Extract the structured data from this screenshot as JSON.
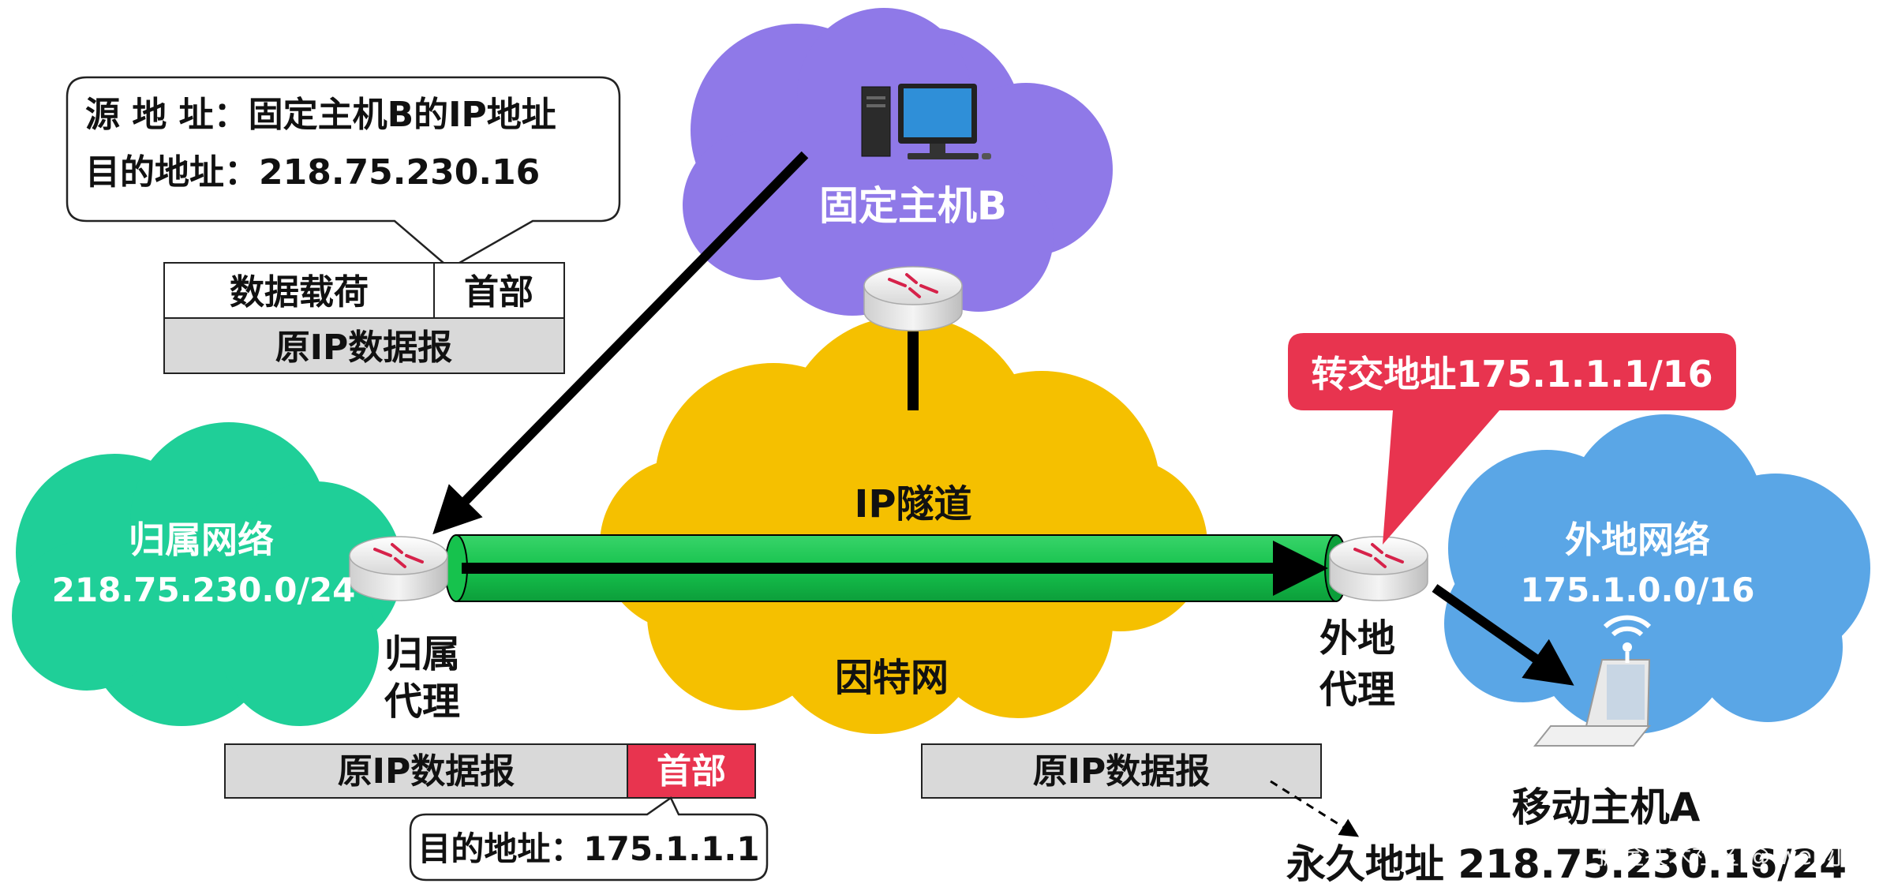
{
  "colors": {
    "fixed_cloud": "#8f79e8",
    "home_cloud": "#1fcf98",
    "internet_cloud": "#f5c000",
    "foreign_cloud": "#5aa6e6",
    "tunnel": "#16c24d",
    "callout_red": "#e8344f",
    "box_gray": "#d9d9d9"
  },
  "source_callout": {
    "line1": "源  地  址：固定主机B的IP地址",
    "line2": "目的地址：218.75.230.16"
  },
  "orig_datagram": {
    "payload_label": "数据载荷",
    "header_label": "首部",
    "title": "原IP数据报"
  },
  "fixed_host": {
    "label": "固定主机B",
    "icon": "desktop-computer-icon"
  },
  "home_network": {
    "name": "归属网络",
    "prefix": "218.75.230.0/24"
  },
  "home_agent": {
    "line1": "归属",
    "line2": "代理",
    "icon": "router-icon"
  },
  "internet": {
    "tunnel_label": "IP隧道",
    "name": "因特网"
  },
  "care_of": {
    "label": "转交地址175.1.1.1/16"
  },
  "foreign_network": {
    "name": "外地网络",
    "prefix": "175.1.0.0/16"
  },
  "foreign_agent": {
    "line1": "外地",
    "line2": "代理",
    "icon": "router-icon"
  },
  "encapsulated": {
    "inner_label": "原IP数据报",
    "header_label": "首部"
  },
  "dest_callout": {
    "text": "目的地址：175.1.1.1"
  },
  "decapsulated": {
    "label": "原IP数据报"
  },
  "mobile_host": {
    "line1": "移动主机A",
    "line2": "永久地址 218.75.230.16/24",
    "icon": "laptop-wifi-icon"
  },
  "watermark": {
    "text": "掘金技术社区 @ web小张"
  }
}
